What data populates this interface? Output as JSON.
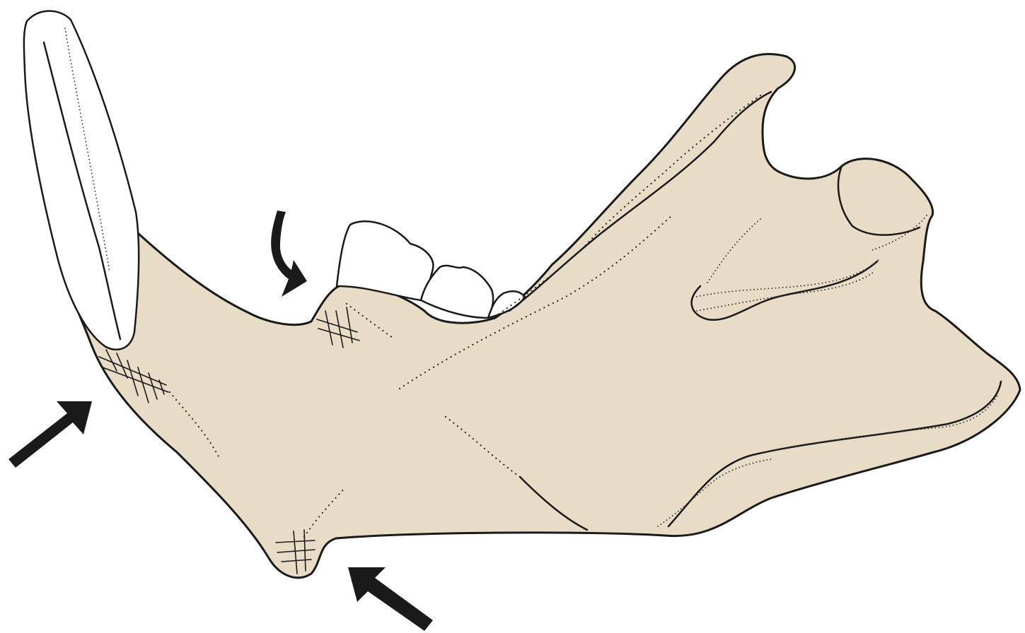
{
  "figure": {
    "subject": "mandible-lateral-view",
    "colors": {
      "background": "#ffffff",
      "bone": "#e8dcc6",
      "tooth": "#ffffff",
      "outline": "#1a1a1a",
      "arrow": "#1a1a1a"
    },
    "arrows": [
      {
        "id": "curved-arrow",
        "style": "curved",
        "icon": "curved-arrow-icon"
      },
      {
        "id": "left-arrow",
        "style": "straight",
        "icon": "arrow-up-right-icon"
      },
      {
        "id": "bottom-arrow",
        "style": "straight",
        "icon": "arrow-up-left-icon"
      }
    ]
  }
}
